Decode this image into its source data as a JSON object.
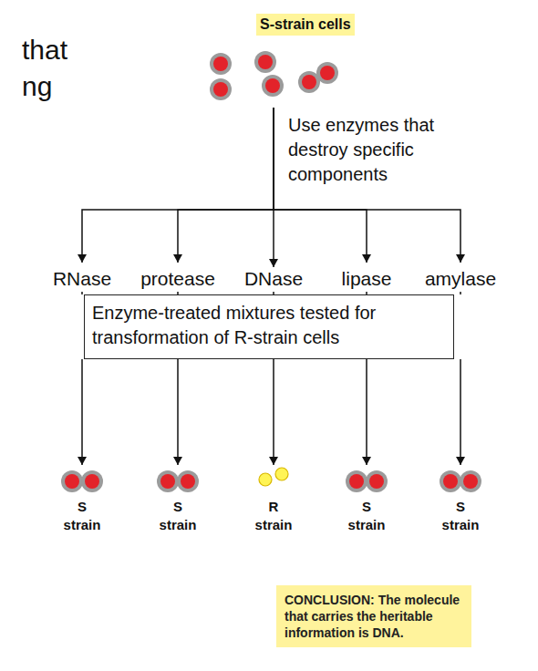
{
  "diagram": {
    "nodes": [
      {
        "text": [
          "S-strain cells"
        ]
      },
      {
        "text": [
          "RNase"
        ]
      },
      {
        "text": [
          "protease"
        ]
      },
      {
        "text": [
          "DNase"
        ]
      },
      {
        "text": [
          "lipase"
        ]
      },
      {
        "text": [
          "amylase"
        ]
      },
      {
        "text": [
          "Enzyme-treated mixtures tested for transformation of R-strain cells"
        ]
      },
      {
        "text": [
          "S strain"
        ]
      },
      {
        "text": [
          "S strain"
        ]
      },
      {
        "text": [
          "R strain"
        ]
      },
      {
        "text": [
          "S strain"
        ]
      },
      {
        "text": [
          "S strain"
        ]
      },
      {
        "text": [
          "CONCLUSION: The molecule that carries the heritable information is DNA."
        ]
      }
    ],
    "edges": [
      {
        "from": 0,
        "to": 1,
        "arrow": "to"
      },
      {
        "from": 0,
        "to": 2,
        "arrow": "to"
      },
      {
        "from": 0,
        "to": 3,
        "arrow": "to"
      },
      {
        "from": 0,
        "to": 4,
        "arrow": "to"
      },
      {
        "from": 0,
        "to": 5,
        "arrow": "to"
      },
      {
        "from": 1,
        "to": 6,
        "arrow": "none"
      },
      {
        "from": 2,
        "to": 6,
        "arrow": "none"
      },
      {
        "from": 3,
        "to": 6,
        "arrow": "none"
      },
      {
        "from": 4,
        "to": 6,
        "arrow": "none"
      },
      {
        "from": 5,
        "to": 6,
        "arrow": "none"
      },
      {
        "from": 6,
        "to": 7,
        "arrow": "to"
      },
      {
        "from": 6,
        "to": 8,
        "arrow": "to"
      },
      {
        "from": 6,
        "to": 9,
        "arrow": "to"
      },
      {
        "from": 6,
        "to": 10,
        "arrow": "to"
      },
      {
        "from": 6,
        "to": 11,
        "arrow": "to"
      }
    ],
    "labels": [
      "that",
      "ng",
      "Use enzymes that destroy specific components"
    ]
  }
}
